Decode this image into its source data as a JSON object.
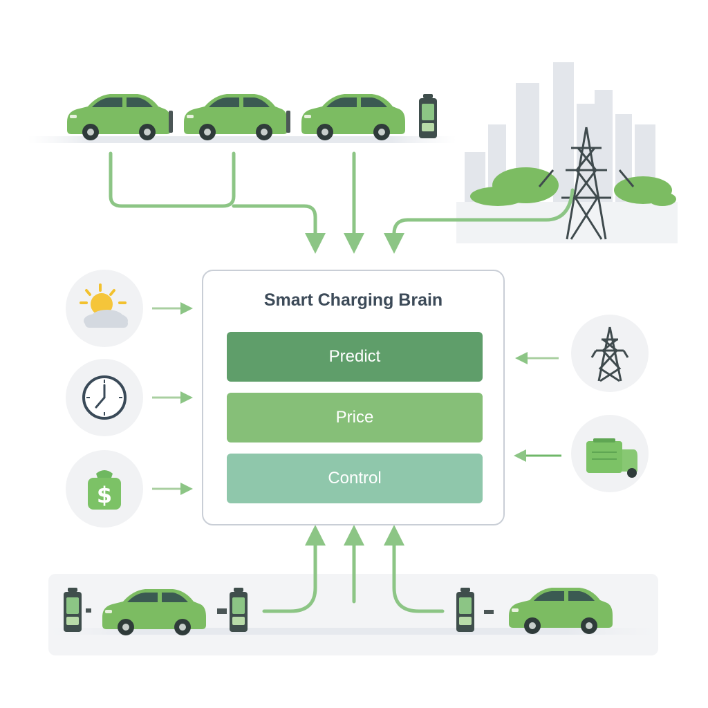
{
  "hub": {
    "title": "Smart Charging Brain",
    "stages": [
      "Predict",
      "Price",
      "Control"
    ]
  },
  "inputs_left": [
    {
      "icon": "weather-icon"
    },
    {
      "icon": "clock-icon"
    },
    {
      "icon": "money-bag-icon"
    }
  ],
  "inputs_right": [
    {
      "icon": "power-tower-icon"
    },
    {
      "icon": "battery-storage-icon"
    }
  ],
  "colors": {
    "accent_dark": "#5f9e6a",
    "accent_mid": "#86bf78",
    "accent_light": "#8fc7ab",
    "arrow": "#8cc585",
    "car": "#7cbc62",
    "border": "#c9ced6"
  }
}
